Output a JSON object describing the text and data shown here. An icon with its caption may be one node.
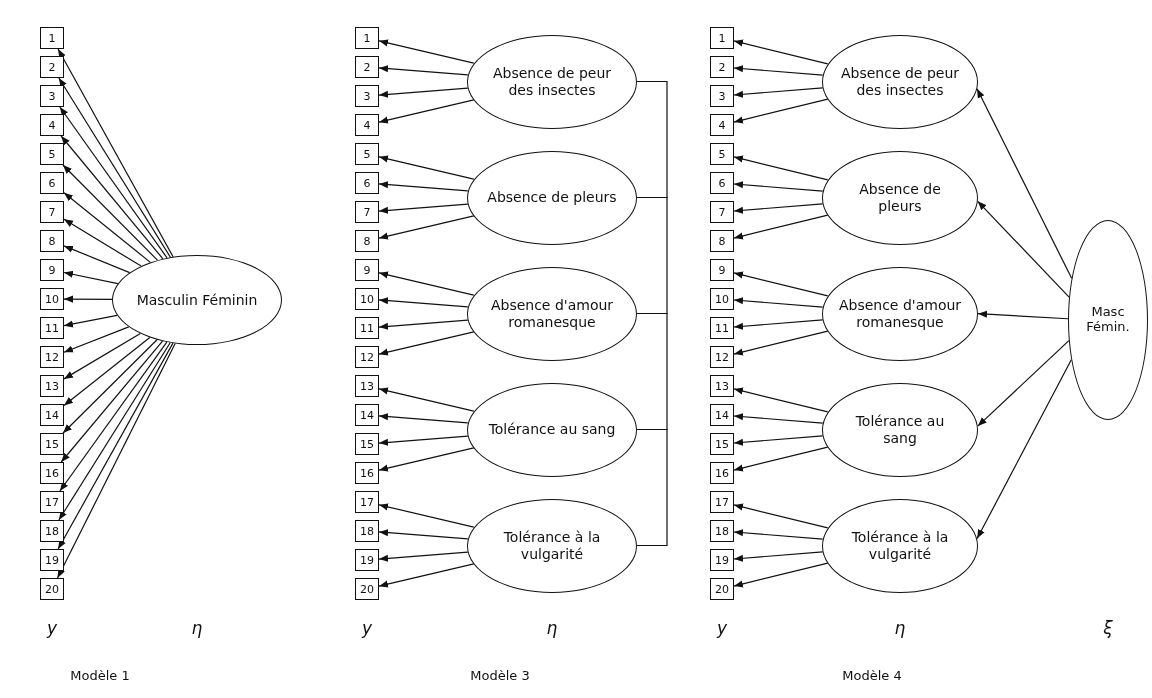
{
  "diagram": {
    "nodes": [
      {
        "text": [
          "Masculin Féminin"
        ]
      },
      {
        "text": [
          "1"
        ]
      },
      {
        "text": [
          "2"
        ]
      },
      {
        "text": [
          "3"
        ]
      },
      {
        "text": [
          "4"
        ]
      },
      {
        "text": [
          "5"
        ]
      },
      {
        "text": [
          "6"
        ]
      },
      {
        "text": [
          "7"
        ]
      },
      {
        "text": [
          "8"
        ]
      },
      {
        "text": [
          "9"
        ]
      },
      {
        "text": [
          "10"
        ]
      },
      {
        "text": [
          "11"
        ]
      },
      {
        "text": [
          "12"
        ]
      },
      {
        "text": [
          "13"
        ]
      },
      {
        "text": [
          "14"
        ]
      },
      {
        "text": [
          "15"
        ]
      },
      {
        "text": [
          "16"
        ]
      },
      {
        "text": [
          "17"
        ]
      },
      {
        "text": [
          "18"
        ]
      },
      {
        "text": [
          "19"
        ]
      },
      {
        "text": [
          "20"
        ]
      },
      {
        "text": [
          "Absence de peur des insectes"
        ]
      },
      {
        "text": [
          "Absence de pleurs"
        ]
      },
      {
        "text": [
          "Absence d'amour romanesque"
        ]
      },
      {
        "text": [
          "Tolérance au sang"
        ]
      },
      {
        "text": [
          "Tolérance à la vulgarité"
        ]
      },
      {
        "text": [
          "1"
        ]
      },
      {
        "text": [
          "2"
        ]
      },
      {
        "text": [
          "3"
        ]
      },
      {
        "text": [
          "4"
        ]
      },
      {
        "text": [
          "5"
        ]
      },
      {
        "text": [
          "6"
        ]
      },
      {
        "text": [
          "7"
        ]
      },
      {
        "text": [
          "8"
        ]
      },
      {
        "text": [
          "9"
        ]
      },
      {
        "text": [
          "10"
        ]
      },
      {
        "text": [
          "11"
        ]
      },
      {
        "text": [
          "12"
        ]
      },
      {
        "text": [
          "13"
        ]
      },
      {
        "text": [
          "14"
        ]
      },
      {
        "text": [
          "15"
        ]
      },
      {
        "text": [
          "16"
        ]
      },
      {
        "text": [
          "17"
        ]
      },
      {
        "text": [
          "18"
        ]
      },
      {
        "text": [
          "19"
        ]
      },
      {
        "text": [
          "20"
        ]
      },
      {
        "text": [
          "Masc Fémin."
        ]
      },
      {
        "text": [
          "Absence de peur des insectes"
        ]
      },
      {
        "text": [
          "Absence de pleurs"
        ]
      },
      {
        "text": [
          "Absence d'amour romanesque"
        ]
      },
      {
        "text": [
          "Tolérance au sang"
        ]
      },
      {
        "text": [
          "Tolérance à la vulgarité"
        ]
      },
      {
        "text": [
          "1"
        ]
      },
      {
        "text": [
          "2"
        ]
      },
      {
        "text": [
          "3"
        ]
      },
      {
        "text": [
          "4"
        ]
      },
      {
        "text": [
          "5"
        ]
      },
      {
        "text": [
          "6"
        ]
      },
      {
        "text": [
          "7"
        ]
      },
      {
        "text": [
          "8"
        ]
      },
      {
        "text": [
          "9"
        ]
      },
      {
        "text": [
          "10"
        ]
      },
      {
        "text": [
          "11"
        ]
      },
      {
        "text": [
          "12"
        ]
      },
      {
        "text": [
          "13"
        ]
      },
      {
        "text": [
          "14"
        ]
      },
      {
        "text": [
          "15"
        ]
      },
      {
        "text": [
          "16"
        ]
      },
      {
        "text": [
          "17"
        ]
      },
      {
        "text": [
          "18"
        ]
      },
      {
        "text": [
          "19"
        ]
      },
      {
        "text": [
          "20"
        ]
      }
    ],
    "edges": [
      {
        "from": 0,
        "to": 1,
        "arrow": "to"
      },
      {
        "from": 0,
        "to": 2,
        "arrow": "to"
      },
      {
        "from": 0,
        "to": 3,
        "arrow": "to"
      },
      {
        "from": 0,
        "to": 4,
        "arrow": "to"
      },
      {
        "from": 0,
        "to": 5,
        "arrow": "to"
      },
      {
        "from": 0,
        "to": 6,
        "arrow": "to"
      },
      {
        "from": 0,
        "to": 7,
        "arrow": "to"
      },
      {
        "from": 0,
        "to": 8,
        "arrow": "to"
      },
      {
        "from": 0,
        "to": 9,
        "arrow": "to"
      },
      {
        "from": 0,
        "to": 10,
        "arrow": "to"
      },
      {
        "from": 0,
        "to": 11,
        "arrow": "to"
      },
      {
        "from": 0,
        "to": 12,
        "arrow": "to"
      },
      {
        "from": 0,
        "to": 13,
        "arrow": "to"
      },
      {
        "from": 0,
        "to": 14,
        "arrow": "to"
      },
      {
        "from": 0,
        "to": 15,
        "arrow": "to"
      },
      {
        "from": 0,
        "to": 16,
        "arrow": "to"
      },
      {
        "from": 0,
        "to": 17,
        "arrow": "to"
      },
      {
        "from": 0,
        "to": 18,
        "arrow": "to"
      },
      {
        "from": 0,
        "to": 19,
        "arrow": "to"
      },
      {
        "from": 0,
        "to": 20,
        "arrow": "to"
      },
      {
        "from": 21,
        "to": 26,
        "arrow": "to"
      },
      {
        "from": 21,
        "to": 27,
        "arrow": "to"
      },
      {
        "from": 21,
        "to": 28,
        "arrow": "to"
      },
      {
        "from": 21,
        "to": 29,
        "arrow": "to"
      },
      {
        "from": 22,
        "to": 30,
        "arrow": "to"
      },
      {
        "from": 22,
        "to": 31,
        "arrow": "to"
      },
      {
        "from": 22,
        "to": 32,
        "arrow": "to"
      },
      {
        "from": 22,
        "to": 33,
        "arrow": "to"
      },
      {
        "from": 23,
        "to": 34,
        "arrow": "to"
      },
      {
        "from": 23,
        "to": 35,
        "arrow": "to"
      },
      {
        "from": 23,
        "to": 36,
        "arrow": "to"
      },
      {
        "from": 23,
        "to": 37,
        "arrow": "to"
      },
      {
        "from": 24,
        "to": 38,
        "arrow": "to"
      },
      {
        "from": 24,
        "to": 39,
        "arrow": "to"
      },
      {
        "from": 24,
        "to": 40,
        "arrow": "to"
      },
      {
        "from": 24,
        "to": 41,
        "arrow": "to"
      },
      {
        "from": 25,
        "to": 42,
        "arrow": "to"
      },
      {
        "from": 25,
        "to": 43,
        "arrow": "to"
      },
      {
        "from": 25,
        "to": 44,
        "arrow": "to"
      },
      {
        "from": 25,
        "to": 45,
        "arrow": "to"
      },
      {
        "from": 21,
        "to": 22,
        "arrow": "none"
      },
      {
        "from": 22,
        "to": 23,
        "arrow": "none"
      },
      {
        "from": 23,
        "to": 24,
        "arrow": "none"
      },
      {
        "from": 24,
        "to": 25,
        "arrow": "none"
      },
      {
        "from": 46,
        "to": 47,
        "arrow": "to"
      },
      {
        "from": 46,
        "to": 48,
        "arrow": "to"
      },
      {
        "from": 46,
        "to": 49,
        "arrow": "to"
      },
      {
        "from": 46,
        "to": 50,
        "arrow": "to"
      },
      {
        "from": 46,
        "to": 51,
        "arrow": "to"
      },
      {
        "from": 47,
        "to": 52,
        "arrow": "to"
      },
      {
        "from": 47,
        "to": 53,
        "arrow": "to"
      },
      {
        "from": 47,
        "to": 54,
        "arrow": "to"
      },
      {
        "from": 47,
        "to": 55,
        "arrow": "to"
      },
      {
        "from": 48,
        "to": 56,
        "arrow": "to"
      },
      {
        "from": 48,
        "to": 57,
        "arrow": "to"
      },
      {
        "from": 48,
        "to": 58,
        "arrow": "to"
      },
      {
        "from": 48,
        "to": 59,
        "arrow": "to"
      },
      {
        "from": 49,
        "to": 60,
        "arrow": "to"
      },
      {
        "from": 49,
        "to": 61,
        "arrow": "to"
      },
      {
        "from": 49,
        "to": 62,
        "arrow": "to"
      },
      {
        "from": 49,
        "to": 63,
        "arrow": "to"
      },
      {
        "from": 50,
        "to": 64,
        "arrow": "to"
      },
      {
        "from": 50,
        "to": 65,
        "arrow": "to"
      },
      {
        "from": 50,
        "to": 66,
        "arrow": "to"
      },
      {
        "from": 50,
        "to": 67,
        "arrow": "to"
      },
      {
        "from": 51,
        "to": 68,
        "arrow": "to"
      },
      {
        "from": 51,
        "to": 69,
        "arrow": "to"
      },
      {
        "from": 51,
        "to": 70,
        "arrow": "to"
      },
      {
        "from": 51,
        "to": 71,
        "arrow": "to"
      }
    ],
    "labels": [
      "y",
      "η",
      "y",
      "η",
      "y",
      "η",
      "ξ",
      "Modèle 1",
      "Modèle 3",
      "Modèle 4"
    ]
  }
}
